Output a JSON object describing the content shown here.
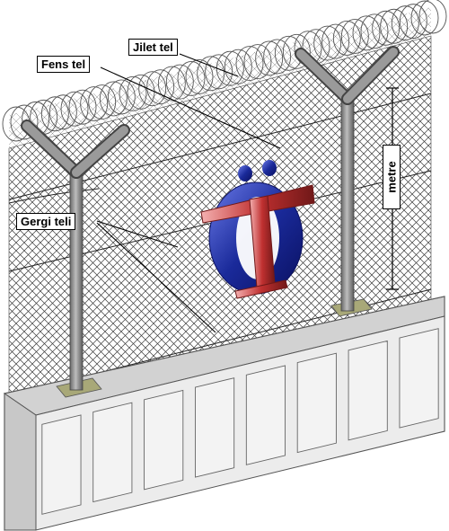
{
  "labels": {
    "fens": "Fens tel",
    "jilet": "Jilet tel",
    "gergi": "Gergi teli",
    "metre": "metre"
  },
  "colors": {
    "concrete": "#e6e6e6",
    "concrete_edge": "#555555",
    "post": "#8c8c8c",
    "base_plate": "#a8a878",
    "mesh": "#3a3a3a",
    "logo_blue": "#1a2a9a",
    "logo_red": "#c03030"
  }
}
